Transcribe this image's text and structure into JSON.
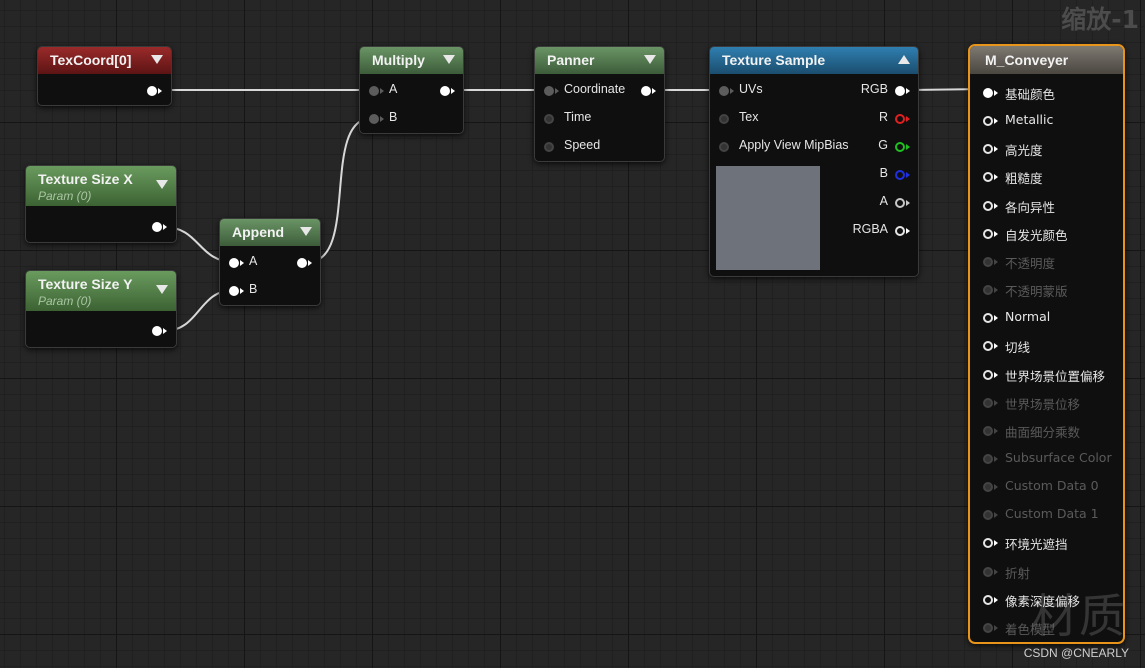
{
  "zoom_label": "缩放-1",
  "nodes": {
    "texcoord": {
      "title": "TexCoord[0]"
    },
    "texsize_x": {
      "title": "Texture Size X",
      "subtitle": "Param (0)"
    },
    "texsize_y": {
      "title": "Texture Size Y",
      "subtitle": "Param (0)"
    },
    "append": {
      "title": "Append",
      "pins": {
        "a": "A",
        "b": "B"
      }
    },
    "multiply": {
      "title": "Multiply",
      "pins": {
        "a": "A",
        "b": "B"
      }
    },
    "panner": {
      "title": "Panner",
      "pins": {
        "coordinate": "Coordinate",
        "time": "Time",
        "speed": "Speed"
      }
    },
    "texture_sample": {
      "title": "Texture Sample",
      "inputs": {
        "uvs": "UVs",
        "tex": "Tex",
        "mip": "Apply View MipBias"
      },
      "outputs": {
        "rgb": "RGB",
        "r": "R",
        "g": "G",
        "b": "B",
        "a": "A",
        "rgba": "RGBA"
      },
      "colors": {
        "r": "#e02020",
        "g": "#20c020",
        "b": "#2030e0",
        "a": "#c8c8c8",
        "preview": "#6e737b"
      }
    },
    "material": {
      "title": "M_Conveyer",
      "border_color": "#e8931a",
      "pins": [
        {
          "label": "基础颜色",
          "enabled": true,
          "connected": true
        },
        {
          "label": "Metallic",
          "enabled": true,
          "connected": false
        },
        {
          "label": "高光度",
          "enabled": true,
          "connected": false
        },
        {
          "label": "粗糙度",
          "enabled": true,
          "connected": false
        },
        {
          "label": "各向异性",
          "enabled": true,
          "connected": false
        },
        {
          "label": "自发光颜色",
          "enabled": true,
          "connected": false
        },
        {
          "label": "不透明度",
          "enabled": false,
          "connected": false
        },
        {
          "label": "不透明蒙版",
          "enabled": false,
          "connected": false
        },
        {
          "label": "Normal",
          "enabled": true,
          "connected": false
        },
        {
          "label": "切线",
          "enabled": true,
          "connected": false
        },
        {
          "label": "世界场景位置偏移",
          "enabled": true,
          "connected": false
        },
        {
          "label": "世界场景位移",
          "enabled": false,
          "connected": false
        },
        {
          "label": "曲面细分乘数",
          "enabled": false,
          "connected": false
        },
        {
          "label": "Subsurface Color",
          "enabled": false,
          "connected": false
        },
        {
          "label": "Custom Data 0",
          "enabled": false,
          "connected": false
        },
        {
          "label": "Custom Data 1",
          "enabled": false,
          "connected": false
        },
        {
          "label": "环境光遮挡",
          "enabled": true,
          "connected": false
        },
        {
          "label": "折射",
          "enabled": false,
          "connected": false
        },
        {
          "label": "像素深度偏移",
          "enabled": true,
          "connected": false
        },
        {
          "label": "着色模型",
          "enabled": false,
          "connected": false
        }
      ]
    }
  },
  "watermark": "材质",
  "credit": "CSDN @CNEARLY",
  "colors": {
    "wire": "#d8d8d8",
    "background": "#262626",
    "node_body": "#0f0f0f"
  }
}
